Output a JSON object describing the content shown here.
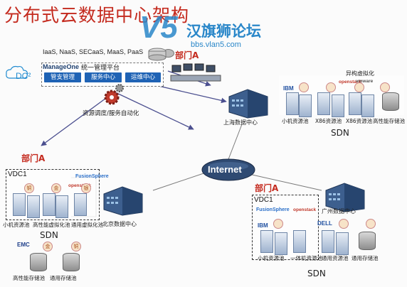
{
  "title": "分布式云数据中心架构",
  "watermark": {
    "logo": "V5",
    "name": "汉旗狮论坛",
    "url": "bbs.vlan5.com"
  },
  "services": "IaaS, NaaS, SECaaS, MaaS, PaaS",
  "manageone": {
    "name": "ManageOne",
    "platform": "统一管理平台",
    "buttons": [
      "管支管理",
      "服务中心",
      "运维中心"
    ]
  },
  "dc2_logo": "DC²",
  "scheduling": "资源调度/服务自动化",
  "internet": "Internet",
  "dept_label": "部门A",
  "shanghai": {
    "name": "上海数据中心",
    "hetero": "异构虚拟化",
    "ibm": "IBM",
    "openstack": "openstack",
    "vmware": "vmware",
    "pools": [
      "小机资源池",
      "X86资源池",
      "X86资源池",
      "高性能存储池"
    ],
    "sdn": "SDN"
  },
  "beijing": {
    "name": "北京数据中心",
    "vdc": "VDC1",
    "fusionsphere": "FusionSphere",
    "tags": [
      "铜",
      "金",
      "银"
    ],
    "openstack": "openstack",
    "pools": [
      "小机资源池",
      "高性能虚拟化池",
      "通用虚拟化池"
    ],
    "sdn": "SDN",
    "emc": "EMC",
    "storage_tags": [
      "金",
      "铜"
    ],
    "storage_pools": [
      "高性能存储池",
      "通用存储池"
    ]
  },
  "guangzhou": {
    "name": "广州数据中心",
    "vdc": "VDC1",
    "fusionsphere": "FusionSphere",
    "openstack": "openstack",
    "ibm": "IBM",
    "dell": "DELL",
    "pools": [
      "小机资源池",
      "一体机资源池",
      "通用资源池",
      "通用存储池"
    ],
    "sdn": "SDN"
  }
}
